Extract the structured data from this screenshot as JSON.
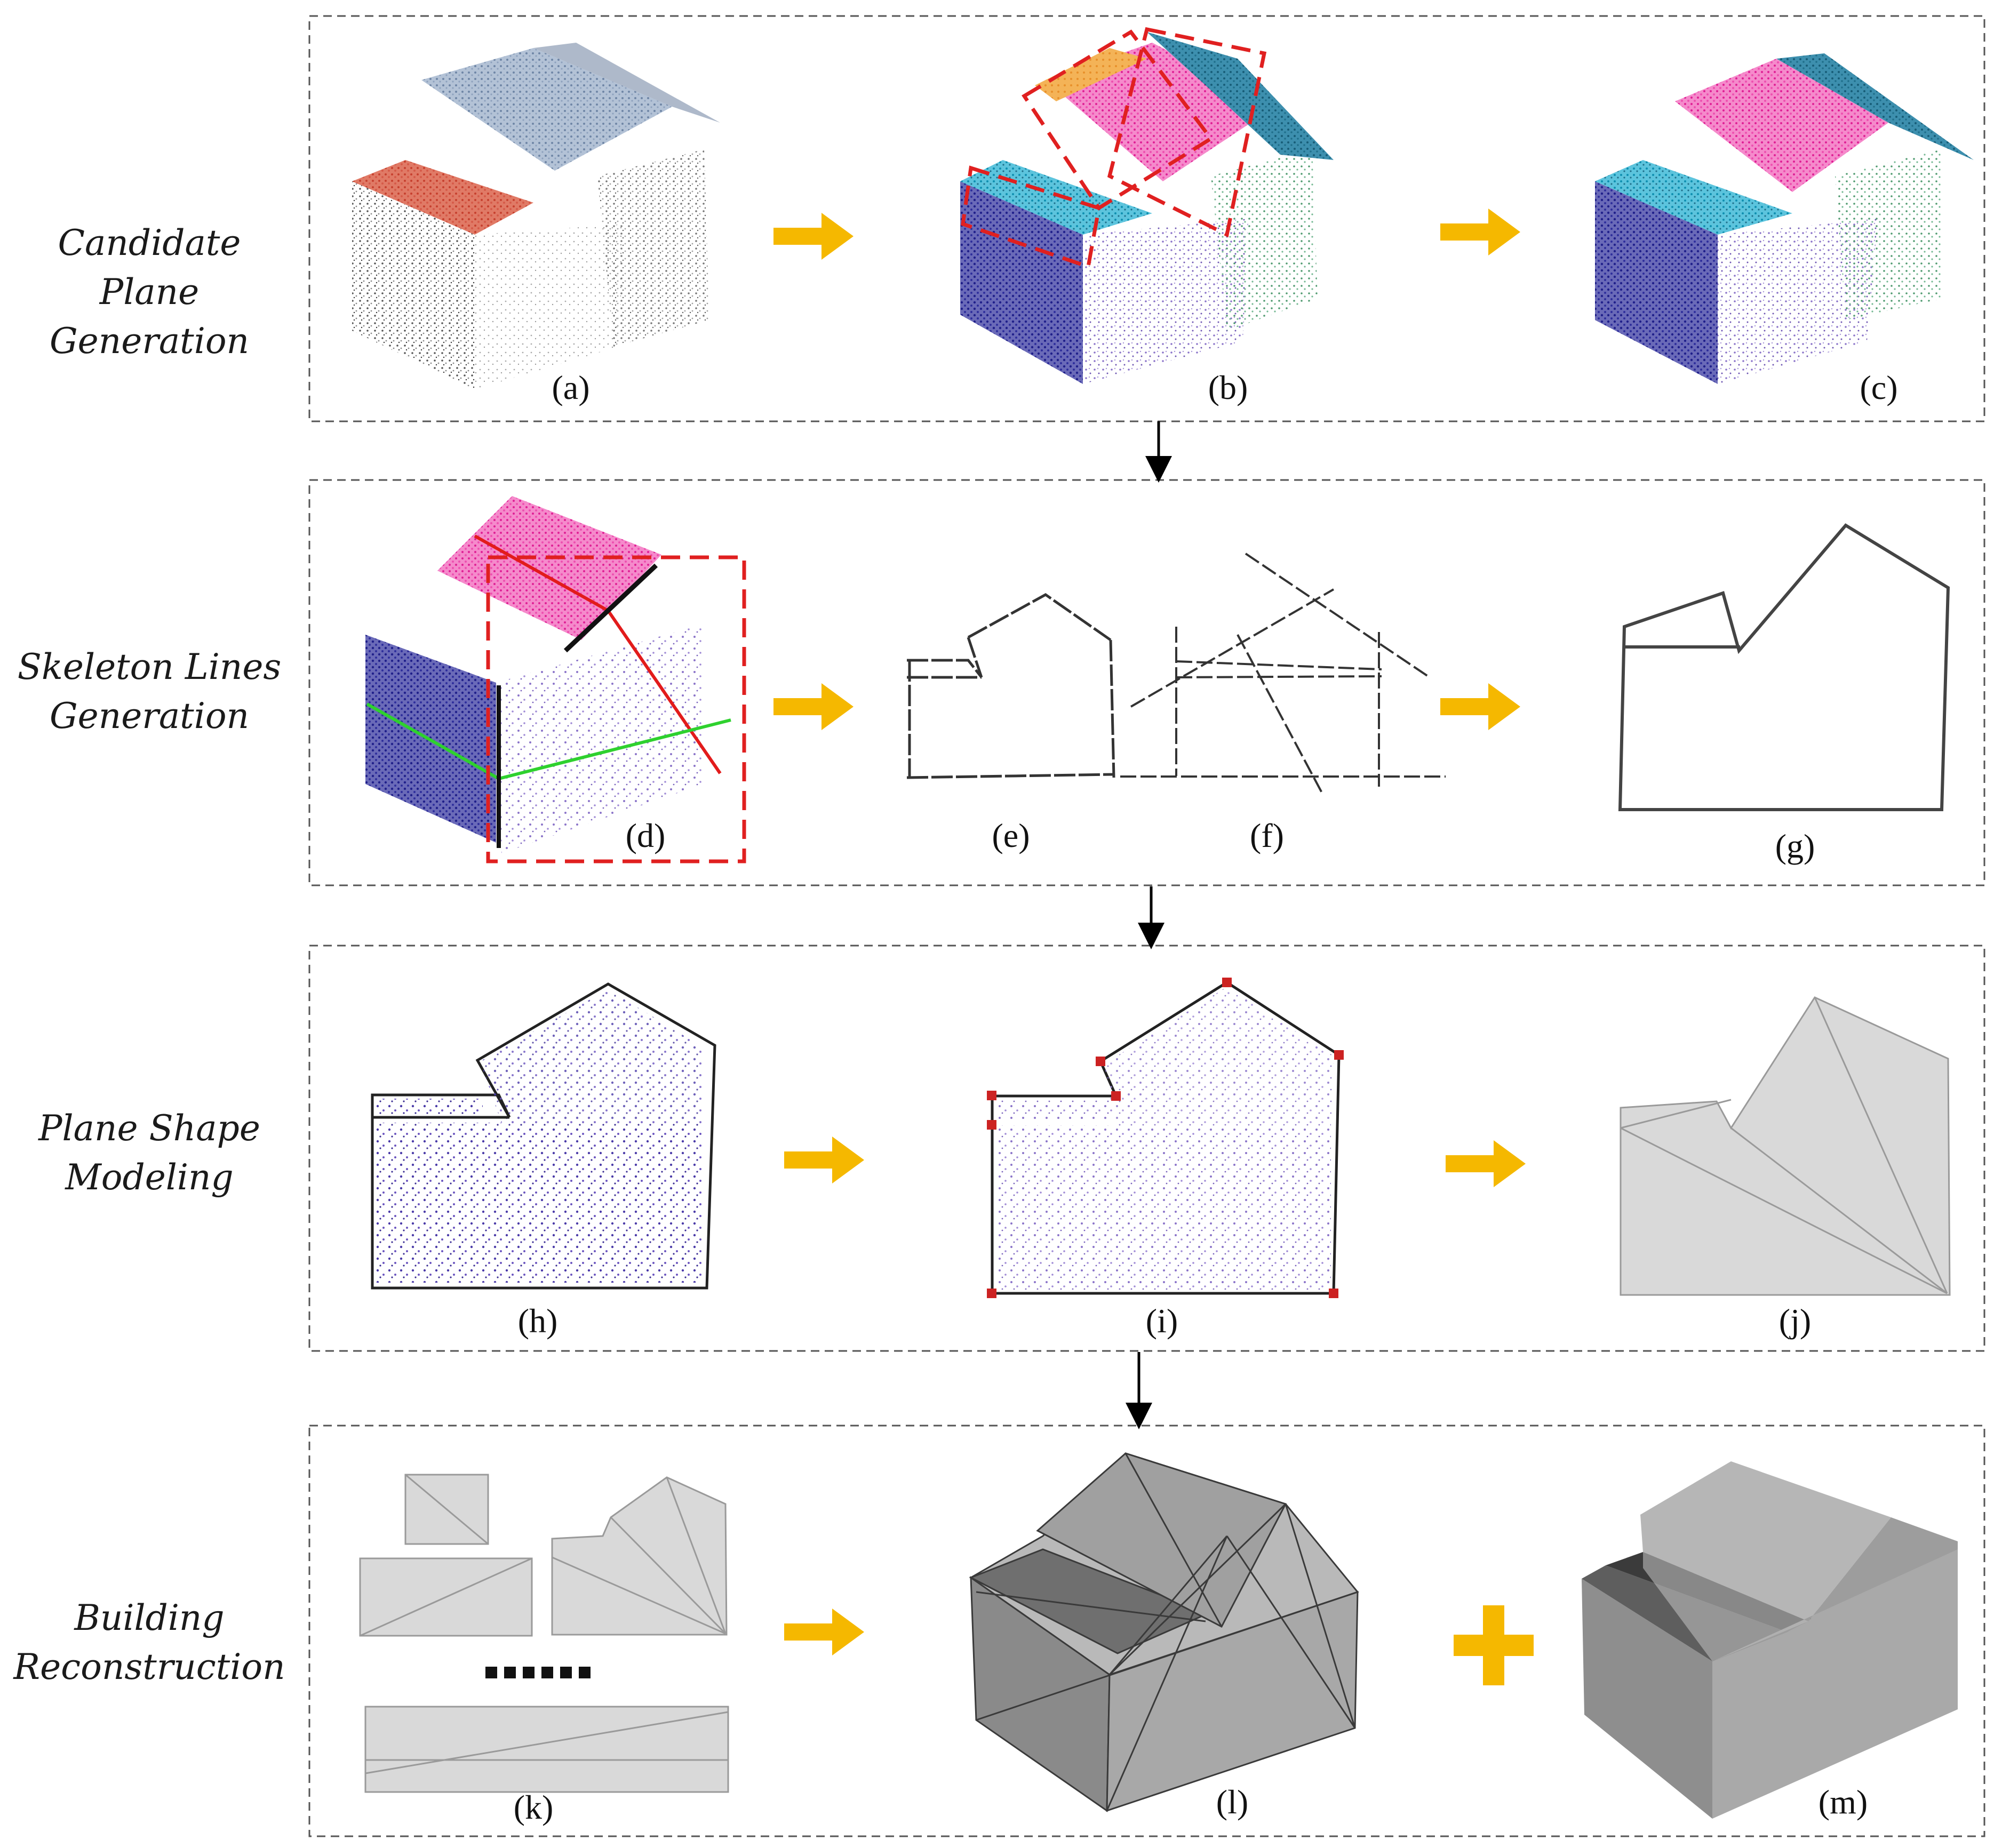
{
  "colors": {
    "panel_border": "#555555",
    "arrow": "#f5b800",
    "flow_arrow": "#000000",
    "bbox_dash": "#e02020",
    "roof_pink": "#f03aa8",
    "roof_cyan": "#12a7c9",
    "roof_teal": "#1f6f8b",
    "wall_navy": "#1f1f8a",
    "wall_lilac": "#8b74c9",
    "wall_green": "#5aa07a",
    "wall_gray": "#9a9a9a",
    "roof_red": "#d84a3a",
    "roof_blue": "#7f97b8",
    "line_red": "#e21b1b",
    "line_green": "#2ed12e",
    "vertex_red": "#cc2222",
    "mesh_light": "#d9d9d9",
    "mesh_dark": "#8a8a8a"
  },
  "sections": [
    {
      "id": "candidate",
      "label_lines": [
        "Candidate Plane",
        "Generation"
      ]
    },
    {
      "id": "skeleton",
      "label_lines": [
        "Skeleton Lines",
        "Generation"
      ]
    },
    {
      "id": "shape",
      "label_lines": [
        "Plane Shape",
        "Modeling"
      ]
    },
    {
      "id": "reconstruction",
      "label_lines": [
        "Building",
        "Reconstruction"
      ]
    }
  ],
  "subfigures": [
    "(a)",
    "(b)",
    "(c)",
    "(d)",
    "(e)",
    "(f)",
    "(g)",
    "(h)",
    "(i)",
    "(j)",
    "(k)",
    "(l)",
    "(m)"
  ],
  "icons": {
    "step_arrow": "right-arrow-icon",
    "down_arrow": "down-arrow-icon",
    "plus": "plus-icon",
    "ellipsis": "ellipsis-icon"
  }
}
